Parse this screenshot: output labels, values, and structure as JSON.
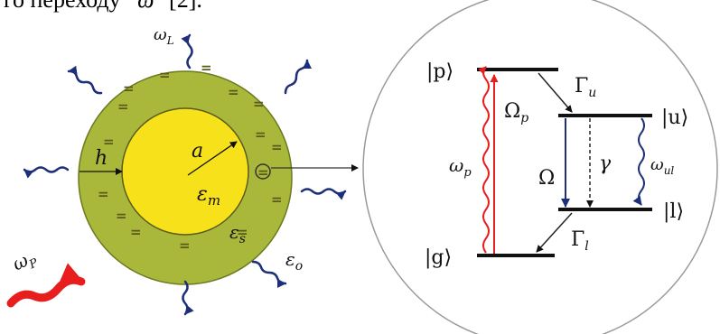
{
  "caption_fragment": "го переходу",
  "caption_symbol": "ω",
  "caption_ref": "[2].",
  "nanoparticle": {
    "core_radius": "a",
    "shell_thickness": "h",
    "core_permittivity": "ε",
    "core_permittivity_sub": "m",
    "shell_permittivity": "ε",
    "shell_permittivity_sub": "s",
    "medium_permittivity": "ε",
    "medium_permittivity_sub": "o",
    "pump_label": "ω",
    "pump_label_sub": "P",
    "laser_label": "ω",
    "laser_label_sub": "L",
    "equal_sign": "=",
    "colors": {
      "core": "#f6e11a",
      "shell": "#a9b83a",
      "pump": "#e81e1e",
      "photon": "#1d2f7a"
    }
  },
  "levels": {
    "p": "|p⟩",
    "u": "|u⟩",
    "l": "|l⟩",
    "g": "|g⟩",
    "omega_p": "Ω",
    "omega_p_sub": "p",
    "gamma_u": "Γ",
    "gamma_u_sub": "u",
    "gamma_l": "Γ",
    "gamma_l_sub": "l",
    "omega": "Ω",
    "gamma": "γ",
    "pump_freq": "ω",
    "pump_freq_sub": "p",
    "emission_freq": "ω",
    "emission_freq_sub": "ul",
    "colors": {
      "pump": "#e81e1e",
      "transition": "#1d2f7a"
    }
  }
}
